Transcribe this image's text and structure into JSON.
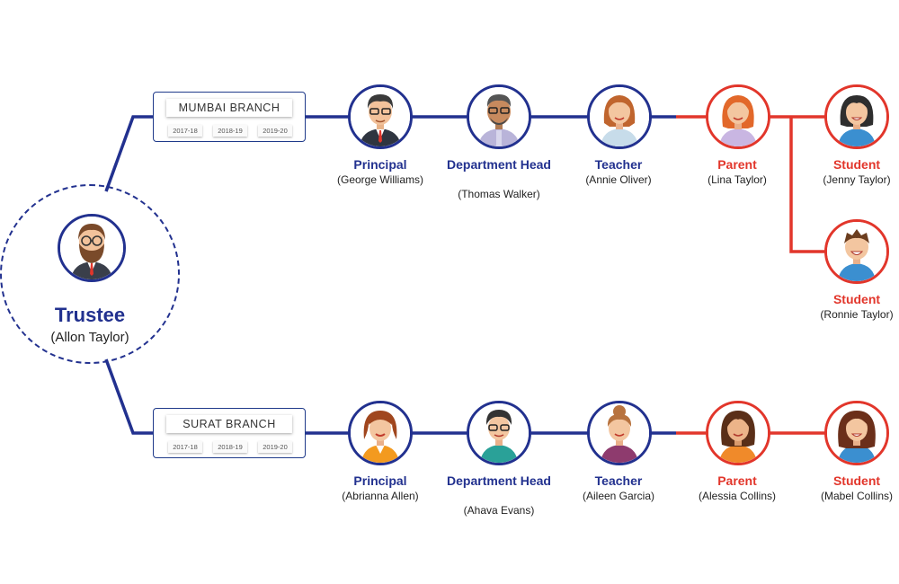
{
  "trustee": {
    "role": "Trustee",
    "name": "(Allon Taylor)"
  },
  "branches": [
    {
      "name": "MUMBAI BRANCH",
      "years": [
        "2017-18",
        "2018-19",
        "2019-20"
      ]
    },
    {
      "name": "SURAT BRANCH",
      "years": [
        "2017-18",
        "2018-19",
        "2019-20"
      ]
    }
  ],
  "mumbai": [
    {
      "role": "Principal",
      "name": "(George Williams)"
    },
    {
      "role": "Department Head",
      "name": "(Thomas Walker)"
    },
    {
      "role": "Teacher",
      "name": "(Annie Oliver)"
    },
    {
      "role": "Parent",
      "name": "(Lina Taylor)"
    },
    {
      "role": "Student",
      "name": "(Jenny Taylor)"
    },
    {
      "role": "Student",
      "name": "(Ronnie Taylor)"
    }
  ],
  "surat": [
    {
      "role": "Principal",
      "name": "(Abrianna Allen)"
    },
    {
      "role": "Department Head",
      "name": "(Ahava Evans)"
    },
    {
      "role": "Teacher",
      "name": "(Aileen Garcia)"
    },
    {
      "role": "Parent",
      "name": "(Alessia Collins)"
    },
    {
      "role": "Student",
      "name": "(Mabel Collins)"
    }
  ],
  "colors": {
    "blue": "#22318f",
    "red": "#e2362b"
  }
}
